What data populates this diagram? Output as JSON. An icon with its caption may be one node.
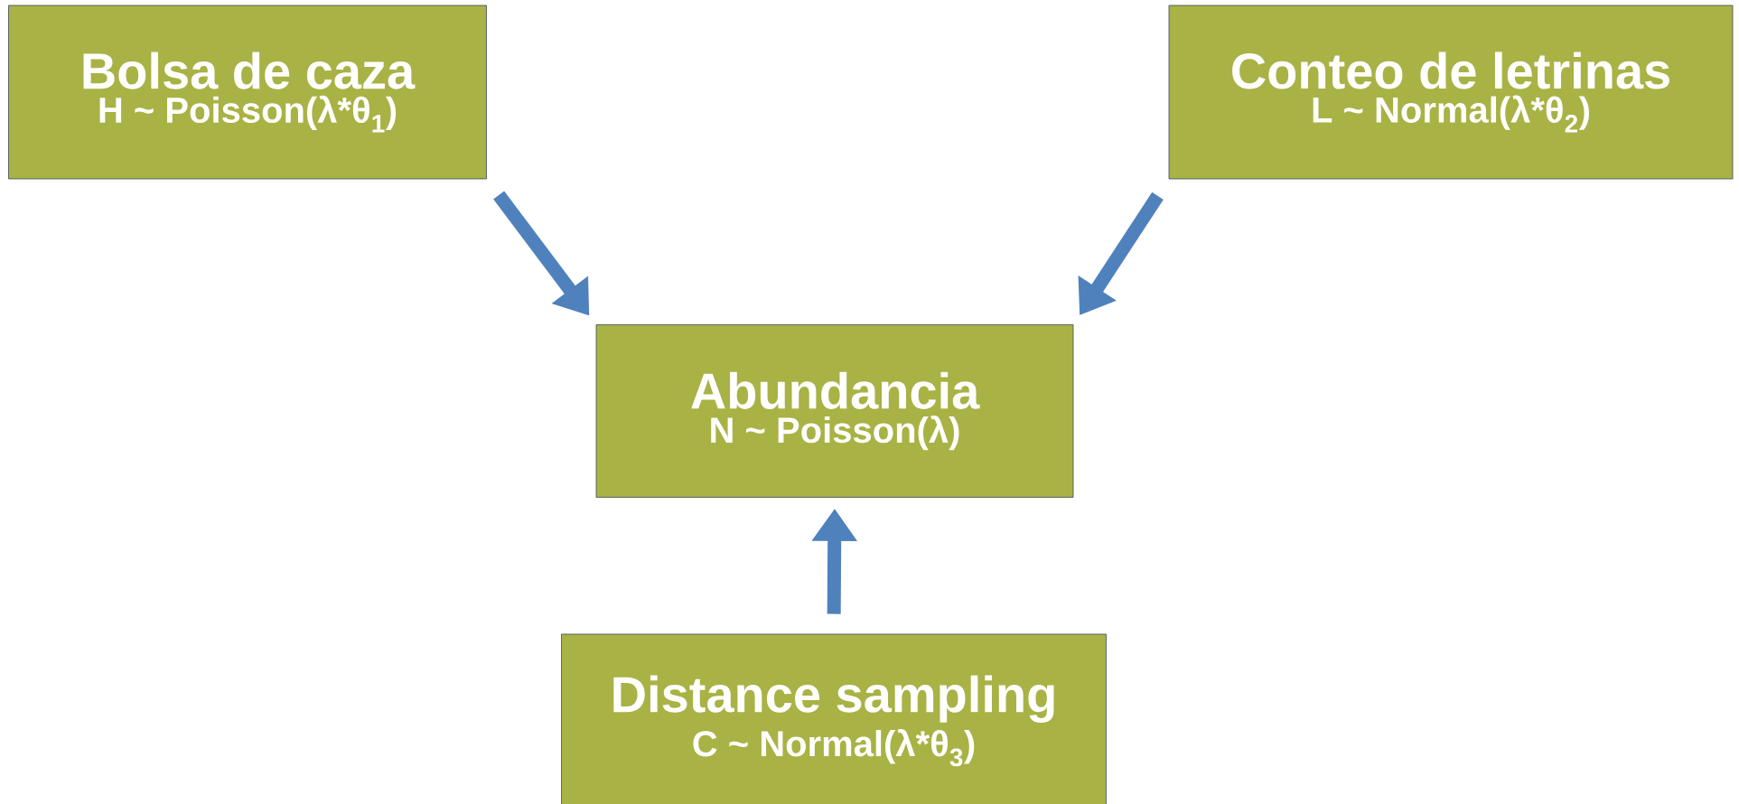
{
  "diagram": {
    "nodes": [
      {
        "text": [
          "Bolsa de caza",
          "H ~ Poisson(λ*θ$_{1}$)"
        ]
      },
      {
        "text": [
          "Conteo de letrinas",
          "L ~ Normal(λ*θ$_{2}$)"
        ]
      },
      {
        "text": [
          "Abundancia",
          "N ~ Poisson(λ)"
        ]
      },
      {
        "text": [
          "Distance sampling",
          "C ~ Normal(λ*θ$_{3}$)"
        ]
      }
    ],
    "edges": [
      {
        "from": 0,
        "to": 2,
        "arrow": "to"
      },
      {
        "from": 1,
        "to": 2,
        "arrow": "to"
      },
      {
        "from": 3,
        "to": 2,
        "arrow": "to"
      }
    ]
  }
}
